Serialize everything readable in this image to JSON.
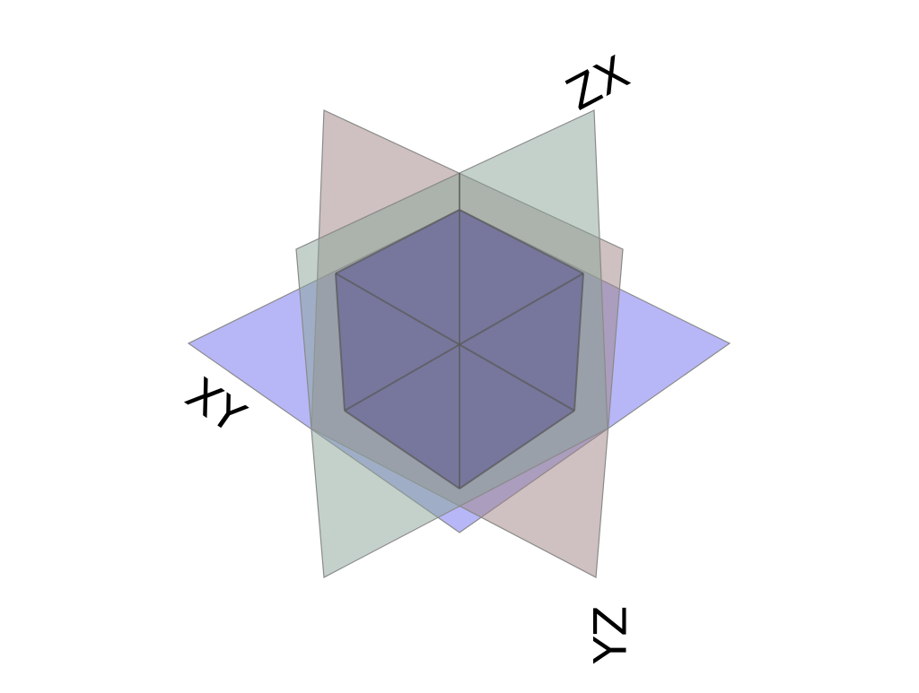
{
  "planes": {
    "xy": {
      "label": "XY",
      "color": "#7b7bf0"
    },
    "yz": {
      "label": "YZ",
      "color": "#a08383"
    },
    "zx": {
      "label": "ZX",
      "color": "#8aa397"
    }
  },
  "colors": {
    "edge": "#8a8a8a",
    "cube_edge": "#5a5a5a",
    "center_core": "#5b5592",
    "background": "#ffffff"
  }
}
